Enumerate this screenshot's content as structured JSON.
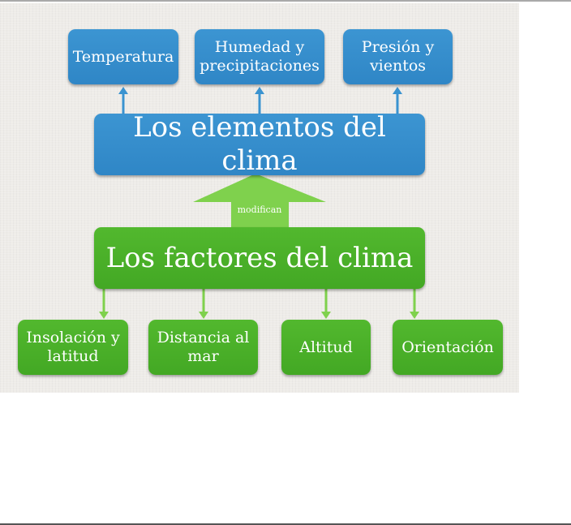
{
  "diagram": {
    "elements_title": "Los elementos del clima",
    "factors_title": "Los factores del clima",
    "relation_label": "modifican",
    "elements": [
      "Temperatura",
      "Humedad y precipitaciones",
      "Presión y vientos"
    ],
    "factors": [
      "Insolación y latitud",
      "Distancia al mar",
      "Altitud",
      "Orientación"
    ]
  },
  "colors": {
    "elements_blue": "#3089c8",
    "factors_green": "#48ac27",
    "arrow_blue": "#3a93d0",
    "arrow_green": "#7fd14d"
  }
}
